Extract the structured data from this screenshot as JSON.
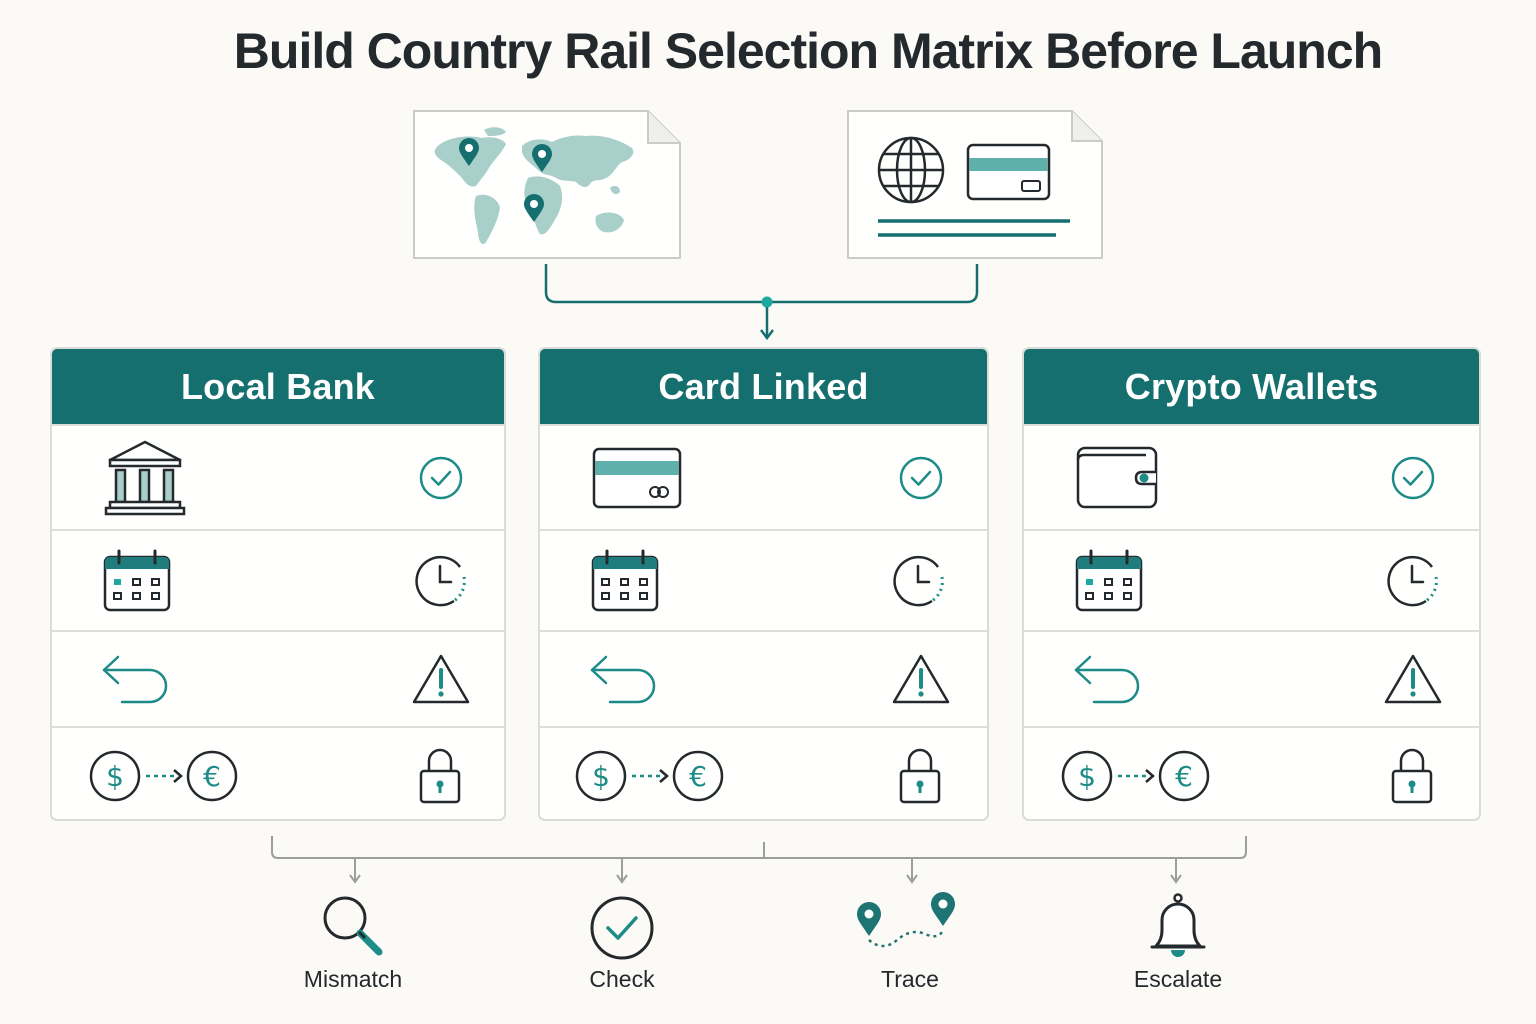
{
  "title": "Build Country Rail Selection Matrix Before Launch",
  "colors": {
    "teal": "#166f6f",
    "light_teal": "#a9cfca",
    "ink": "#23292d",
    "line": "#dcdedb"
  },
  "inputs": [
    {
      "name": "world-map-document",
      "icons": [
        "world-map-icon",
        "location-pin-icon"
      ]
    },
    {
      "name": "payment-spec-document",
      "icons": [
        "globe-icon",
        "credit-card-icon"
      ]
    }
  ],
  "columns": [
    {
      "id": "local-bank",
      "header": "Local Bank",
      "rows": [
        {
          "icon": "bank-icon",
          "status": "check-circle-icon"
        },
        {
          "icon": "calendar-icon",
          "status": "clock-icon"
        },
        {
          "icon": "return-arrow-icon",
          "status": "warning-icon"
        },
        {
          "icon": "currency-exchange-icon",
          "status": "lock-icon"
        }
      ]
    },
    {
      "id": "card-linked",
      "header": "Card Linked",
      "rows": [
        {
          "icon": "credit-card-icon",
          "status": "check-circle-icon"
        },
        {
          "icon": "calendar-icon",
          "status": "clock-icon"
        },
        {
          "icon": "return-arrow-icon",
          "status": "warning-icon"
        },
        {
          "icon": "currency-exchange-icon",
          "status": "lock-icon"
        }
      ]
    },
    {
      "id": "crypto-wallets",
      "header": "Crypto Wallets",
      "rows": [
        {
          "icon": "wallet-icon",
          "status": "check-circle-icon"
        },
        {
          "icon": "calendar-icon",
          "status": "clock-icon"
        },
        {
          "icon": "return-arrow-icon",
          "status": "warning-icon"
        },
        {
          "icon": "currency-exchange-icon",
          "status": "lock-icon"
        }
      ]
    }
  ],
  "outcomes": [
    {
      "label": "Mismatch",
      "icon": "magnifier-icon"
    },
    {
      "label": "Check",
      "icon": "check-circle-icon"
    },
    {
      "label": "Trace",
      "icon": "route-pins-icon"
    },
    {
      "label": "Escalate",
      "icon": "bell-icon"
    }
  ]
}
